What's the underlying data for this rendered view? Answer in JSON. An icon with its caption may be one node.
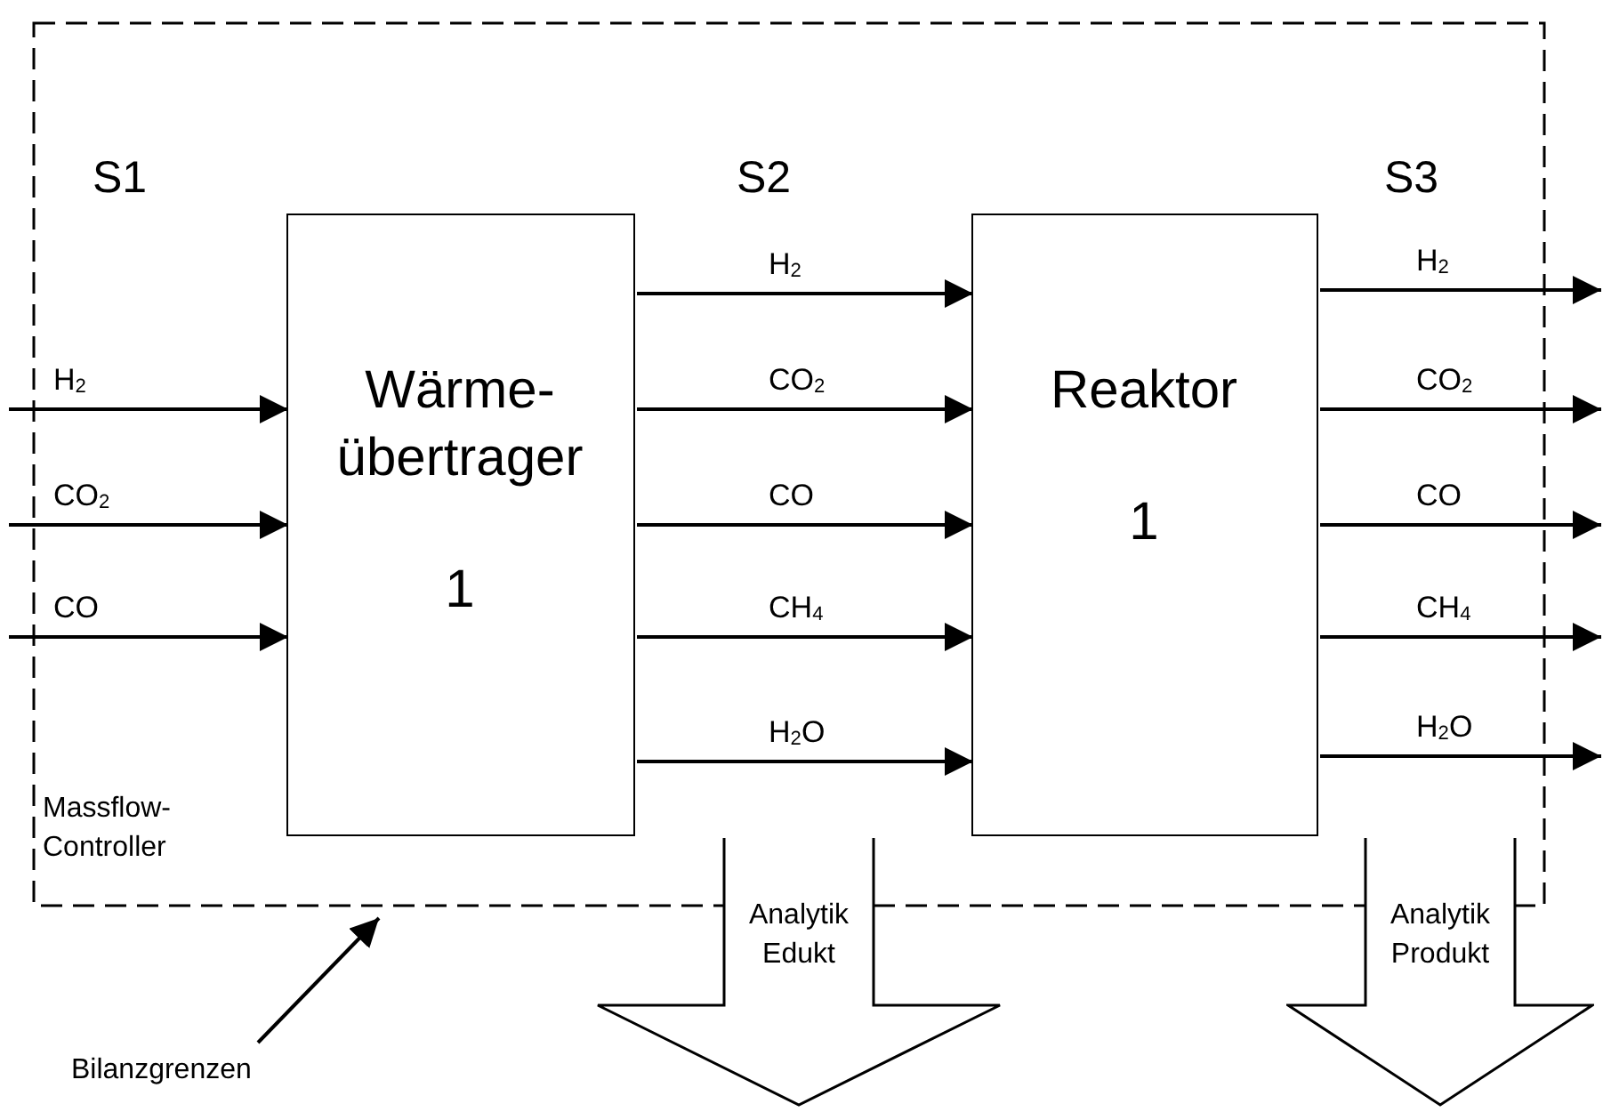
{
  "diagram": {
    "nodes": [
      {
        "text": [],
        "shape": "box"
      },
      {
        "text": [
          "Wärme- übertrager",
          "1"
        ],
        "in": 0
      },
      {
        "text": [
          "Reaktor",
          "1"
        ],
        "in": 0
      },
      {
        "text": [
          "Analytik Edukt"
        ]
      },
      {
        "text": [
          "Analytik Produkt"
        ]
      },
      {
        "text": [
          "Bilanzgrenzen"
        ]
      }
    ],
    "edges": [
      {
        "from": null,
        "to": 1,
        "arrow": "to",
        "label": "H$_{2}$"
      },
      {
        "from": null,
        "to": 1,
        "arrow": "to",
        "label": "CO$_{2}$"
      },
      {
        "from": null,
        "to": 1,
        "arrow": "to",
        "label": "CO"
      },
      {
        "from": 1,
        "to": 2,
        "arrow": "to",
        "label": "H$_{2}$"
      },
      {
        "from": 1,
        "to": 2,
        "arrow": "to",
        "label": "CO$_{2}$"
      },
      {
        "from": 1,
        "to": 2,
        "arrow": "to",
        "label": "CO"
      },
      {
        "from": 1,
        "to": 2,
        "arrow": "to",
        "label": "CH$_{4}$"
      },
      {
        "from": 1,
        "to": 2,
        "arrow": "to",
        "label": "H$_{2}$O"
      },
      {
        "from": 2,
        "to": null,
        "arrow": "to",
        "label": "H$_{2}$"
      },
      {
        "from": 2,
        "to": null,
        "arrow": "to",
        "label": "CO$_{2}$"
      },
      {
        "from": 2,
        "to": null,
        "arrow": "to",
        "label": "CO"
      },
      {
        "from": 2,
        "to": null,
        "arrow": "to",
        "label": "CH$_{4}$"
      },
      {
        "from": 2,
        "to": null,
        "arrow": "to",
        "label": "H$_{2}$O"
      },
      {
        "from": 5,
        "to": 0,
        "arrow": "to"
      }
    ],
    "labels": [
      "S1",
      "S2",
      "S3",
      "Massflow- Controller"
    ]
  }
}
